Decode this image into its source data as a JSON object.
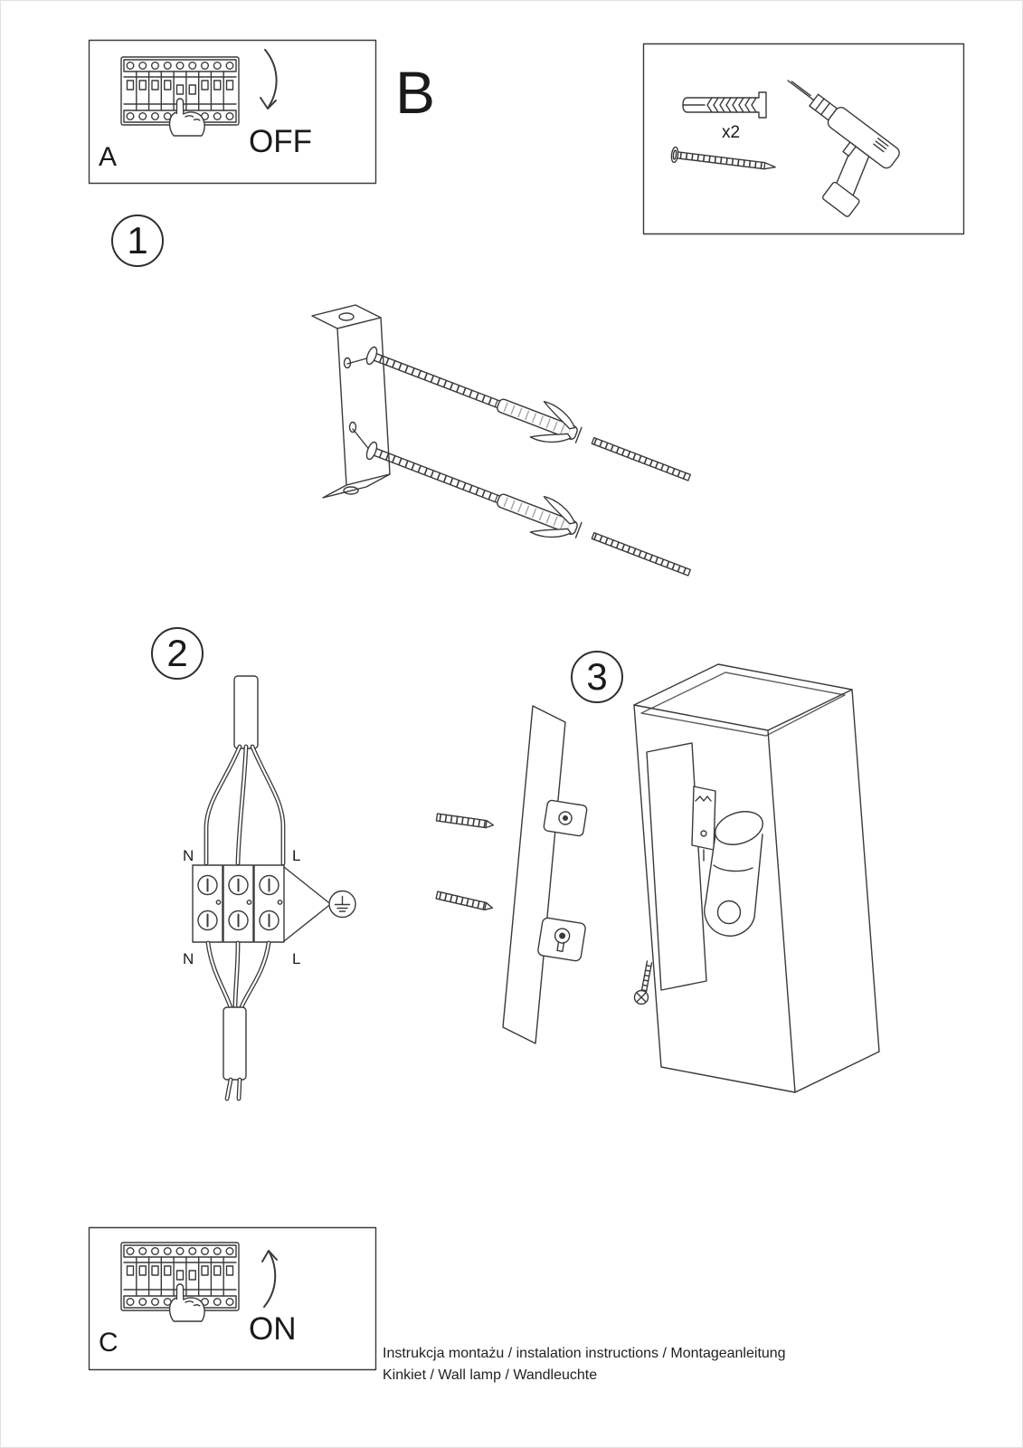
{
  "page": {
    "background": "#ffffff",
    "line_color": "#3a3a3a"
  },
  "panel_a": {
    "label": "A",
    "state_label": "OFF"
  },
  "panel_b": {
    "label": "B",
    "anchor_quantity": "x2"
  },
  "panel_c": {
    "label": "C",
    "state_label": "ON"
  },
  "steps": [
    {
      "number": "1"
    },
    {
      "number": "2"
    },
    {
      "number": "3"
    }
  ],
  "wiring_diagram": {
    "top_left_label": "N",
    "top_right_label": "L",
    "bottom_left_label": "N",
    "bottom_right_label": "L"
  },
  "footer": {
    "line1": "Instrukcja montażu / instalation instructions / Montageanleitung",
    "line2": "Kinkiet / Wall lamp / Wandleuchte"
  }
}
